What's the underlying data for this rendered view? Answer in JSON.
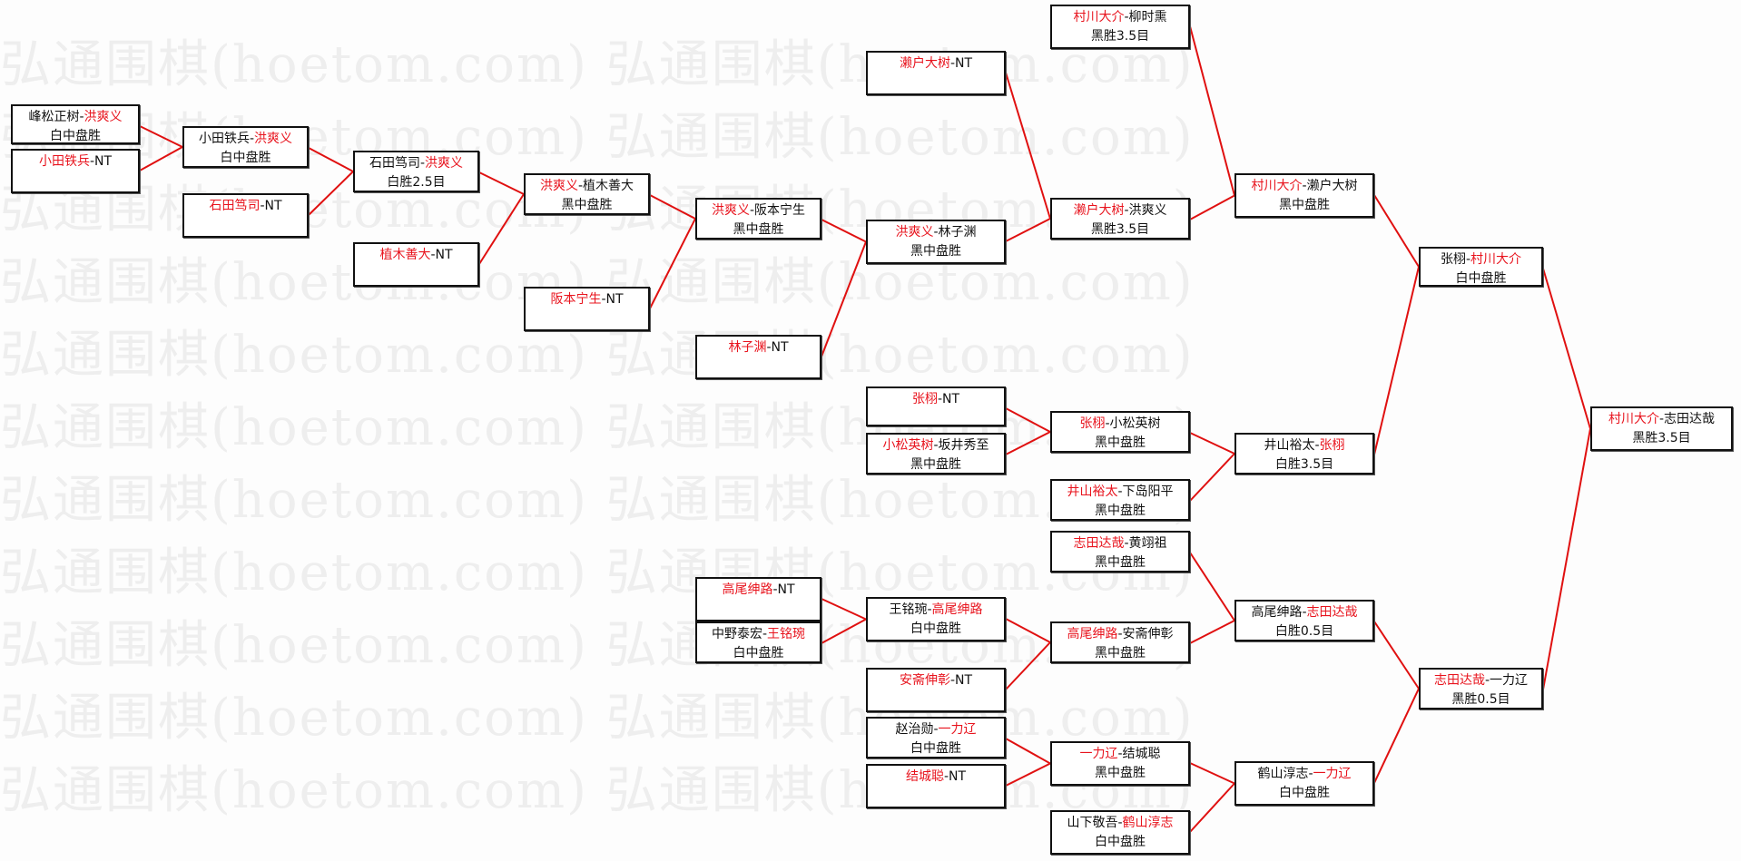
{
  "watermark": "弘通围棋(hoetom.com)",
  "colors": {
    "line": "#e01010",
    "winner": "#e8141e",
    "border": "#111111"
  },
  "separator": "-",
  "matches": [
    {
      "id": "b1",
      "p1": "峰松正树",
      "p2": "洪爽义",
      "winner": 2,
      "result": "白中盘胜"
    },
    {
      "id": "b2",
      "p1": "小田铁兵",
      "p2": "NT",
      "winner": 1,
      "result": ""
    },
    {
      "id": "b3",
      "p1": "小田铁兵",
      "p2": "洪爽义",
      "winner": 2,
      "result": "白中盘胜"
    },
    {
      "id": "b4",
      "p1": "石田笃司",
      "p2": "NT",
      "winner": 1,
      "result": ""
    },
    {
      "id": "b5",
      "p1": "石田笃司",
      "p2": "洪爽义",
      "winner": 2,
      "result": "白胜2.5目"
    },
    {
      "id": "b6",
      "p1": "植木善大",
      "p2": "NT",
      "winner": 1,
      "result": ""
    },
    {
      "id": "b7",
      "p1": "洪爽义",
      "p2": "植木善大",
      "winner": 1,
      "result": "黑中盘胜"
    },
    {
      "id": "b8",
      "p1": "阪本宁生",
      "p2": "NT",
      "winner": 1,
      "result": ""
    },
    {
      "id": "b9",
      "p1": "洪爽义",
      "p2": "阪本宁生",
      "winner": 1,
      "result": "黑中盘胜"
    },
    {
      "id": "b10",
      "p1": "林子渊",
      "p2": "NT",
      "winner": 1,
      "result": ""
    },
    {
      "id": "b11",
      "p1": "濑户大树",
      "p2": "NT",
      "winner": 1,
      "result": ""
    },
    {
      "id": "b12",
      "p1": "洪爽义",
      "p2": "林子渊",
      "winner": 1,
      "result": "黑中盘胜"
    },
    {
      "id": "b13",
      "p1": "张栩",
      "p2": "NT",
      "winner": 1,
      "result": ""
    },
    {
      "id": "b14",
      "p1": "小松英树",
      "p2": "坂井秀至",
      "winner": 1,
      "result": "黑中盘胜"
    },
    {
      "id": "b15",
      "p1": "高尾绅路",
      "p2": "NT",
      "winner": 1,
      "result": ""
    },
    {
      "id": "b16",
      "p1": "中野泰宏",
      "p2": "王铭琬",
      "winner": 2,
      "result": "白中盘胜"
    },
    {
      "id": "b17",
      "p1": "王铭琬",
      "p2": "高尾绅路",
      "winner": 2,
      "result": "白中盘胜"
    },
    {
      "id": "b18",
      "p1": "安斋伸彰",
      "p2": "NT",
      "winner": 1,
      "result": ""
    },
    {
      "id": "b19",
      "p1": "赵治勋",
      "p2": "一力辽",
      "winner": 2,
      "result": "白中盘胜"
    },
    {
      "id": "b20",
      "p1": "结城聪",
      "p2": "NT",
      "winner": 1,
      "result": ""
    },
    {
      "id": "b21",
      "p1": "村川大介",
      "p2": "柳时熏",
      "winner": 1,
      "result": "黑胜3.5目"
    },
    {
      "id": "b22",
      "p1": "濑户大树",
      "p2": "洪爽义",
      "winner": 1,
      "result": "黑胜3.5目"
    },
    {
      "id": "b23",
      "p1": "张栩",
      "p2": "小松英树",
      "winner": 1,
      "result": "黑中盘胜"
    },
    {
      "id": "b24",
      "p1": "井山裕太",
      "p2": "下岛阳平",
      "winner": 1,
      "result": "黑中盘胜"
    },
    {
      "id": "b25",
      "p1": "志田达哉",
      "p2": "黄翊祖",
      "winner": 1,
      "result": "黑中盘胜"
    },
    {
      "id": "b26",
      "p1": "高尾绅路",
      "p2": "安斋伸彰",
      "winner": 1,
      "result": "黑中盘胜"
    },
    {
      "id": "b27",
      "p1": "一力辽",
      "p2": "结城聪",
      "winner": 1,
      "result": "黑中盘胜"
    },
    {
      "id": "b28",
      "p1": "山下敬吾",
      "p2": "鹤山淳志",
      "winner": 2,
      "result": "白中盘胜"
    },
    {
      "id": "b29",
      "p1": "村川大介",
      "p2": "濑户大树",
      "winner": 1,
      "result": "黑中盘胜"
    },
    {
      "id": "b30",
      "p1": "井山裕太",
      "p2": "张栩",
      "winner": 2,
      "result": "白胜3.5目"
    },
    {
      "id": "b31",
      "p1": "高尾绅路",
      "p2": "志田达哉",
      "winner": 2,
      "result": "白胜0.5目"
    },
    {
      "id": "b32",
      "p1": "鹤山淳志",
      "p2": "一力辽",
      "winner": 2,
      "result": "白中盘胜"
    },
    {
      "id": "b33",
      "p1": "张栩",
      "p2": "村川大介",
      "winner": 2,
      "result": "白中盘胜"
    },
    {
      "id": "b34",
      "p1": "志田达哉",
      "p2": "一力辽",
      "winner": 1,
      "result": "黑胜0.5目"
    },
    {
      "id": "b35",
      "p1": "村川大介",
      "p2": "志田达哉",
      "winner": 1,
      "result": "黑胜3.5目"
    }
  ],
  "links": [
    [
      "b1",
      "b3"
    ],
    [
      "b2",
      "b3"
    ],
    [
      "b3",
      "b5"
    ],
    [
      "b4",
      "b5"
    ],
    [
      "b5",
      "b7"
    ],
    [
      "b6",
      "b7"
    ],
    [
      "b7",
      "b9"
    ],
    [
      "b8",
      "b9"
    ],
    [
      "b9",
      "b12"
    ],
    [
      "b10",
      "b12"
    ],
    [
      "b11",
      "b22"
    ],
    [
      "b12",
      "b22"
    ],
    [
      "b21",
      "b29"
    ],
    [
      "b22",
      "b29"
    ],
    [
      "b13",
      "b23"
    ],
    [
      "b14",
      "b23"
    ],
    [
      "b23",
      "b30"
    ],
    [
      "b24",
      "b30"
    ],
    [
      "b29",
      "b33"
    ],
    [
      "b30",
      "b33"
    ],
    [
      "b15",
      "b17"
    ],
    [
      "b16",
      "b17"
    ],
    [
      "b17",
      "b26"
    ],
    [
      "b18",
      "b26"
    ],
    [
      "b25",
      "b31"
    ],
    [
      "b26",
      "b31"
    ],
    [
      "b19",
      "b27"
    ],
    [
      "b20",
      "b27"
    ],
    [
      "b27",
      "b32"
    ],
    [
      "b28",
      "b32"
    ],
    [
      "b31",
      "b34"
    ],
    [
      "b32",
      "b34"
    ],
    [
      "b33",
      "b35"
    ],
    [
      "b34",
      "b35"
    ]
  ]
}
